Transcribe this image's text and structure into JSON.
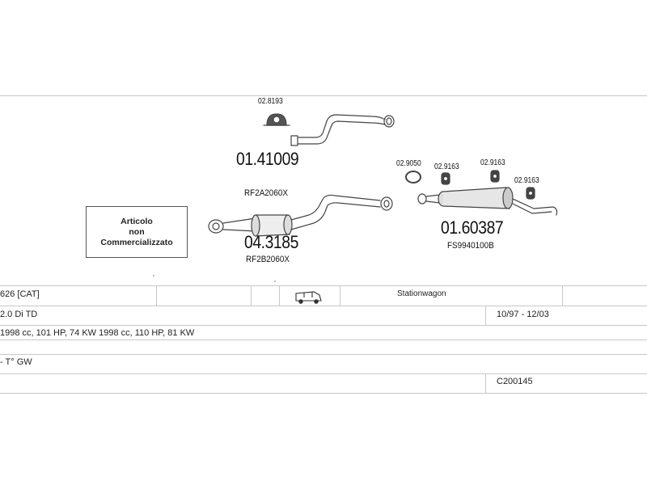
{
  "diagram": {
    "parts": {
      "clamp_top": "02.8193",
      "front_pipe_num": "01.41009",
      "front_pipe_ref": "RF2A2060X",
      "mid_pipe_num": "04.3185",
      "mid_pipe_ref": "RF2B2060X",
      "gasket": "02.9050",
      "mount_1": "02.9163",
      "mount_2": "02.9163",
      "mount_3": "02.9163",
      "rear_silencer_num": "01.60387",
      "rear_silencer_ref": "FS9940100B"
    },
    "badge_lines": [
      "Articolo",
      "non",
      "Commercializzato"
    ]
  },
  "table": {
    "model": "626  [CAT]",
    "body_type": "Stationwagon",
    "engine": "2.0 Di TD",
    "years": "10/97 - 12/03",
    "specs": "1998 cc, 101 HP, 74 KW 1998 cc, 110 HP, 81 KW",
    "notes": "- T° GW",
    "code": "C200145"
  }
}
